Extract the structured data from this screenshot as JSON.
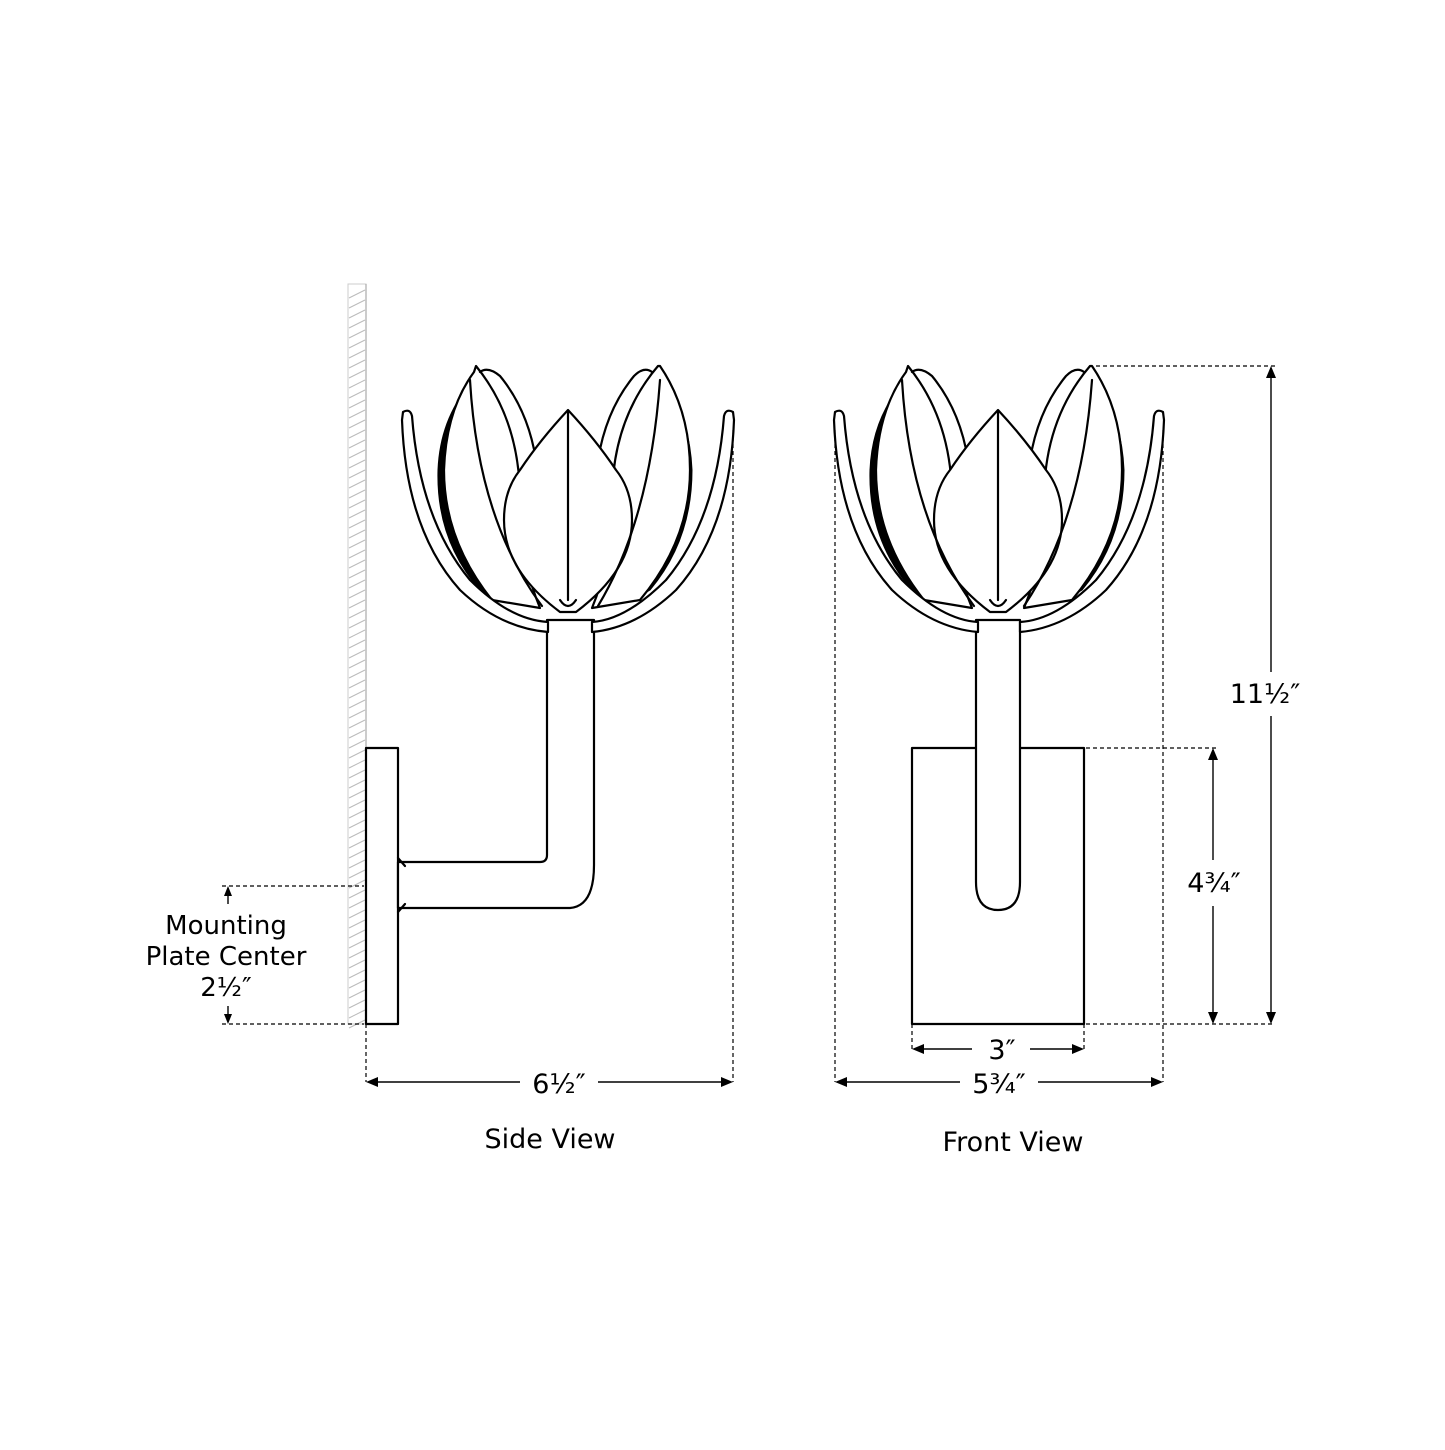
{
  "views": {
    "side": {
      "caption": "Side View"
    },
    "front": {
      "caption": "Front View"
    }
  },
  "dimensions": {
    "mounting_label_line1": "Mounting",
    "mounting_label_line2": "Plate Center",
    "mounting_value": "2½″",
    "side_width": "6½″",
    "front_width": "5¾″",
    "plate_width": "3″",
    "plate_height": "4¾″",
    "overall_height": "11½″"
  }
}
